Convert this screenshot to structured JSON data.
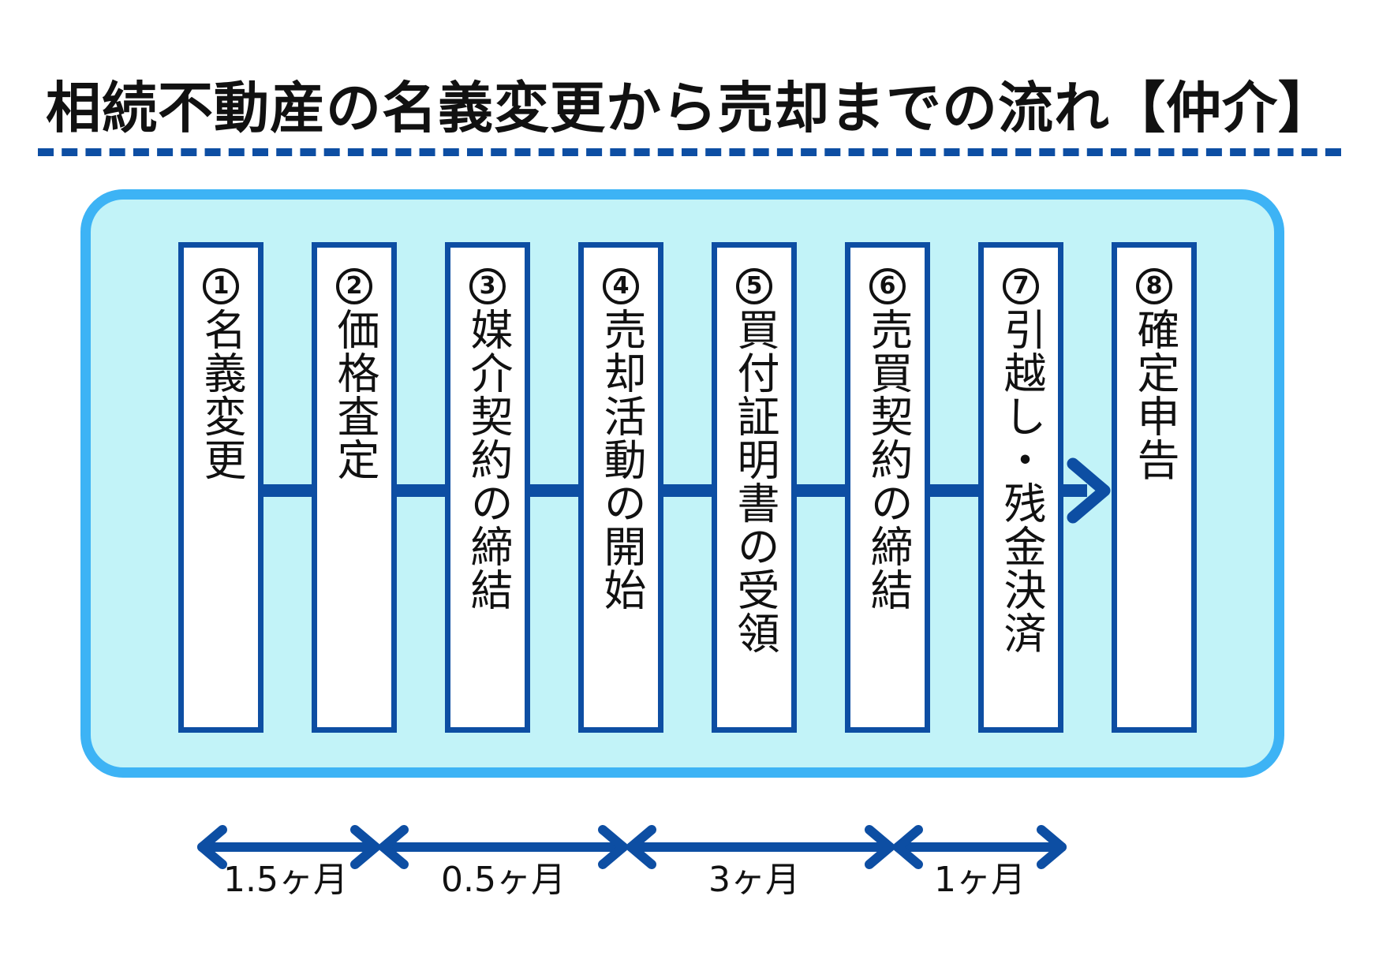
{
  "title": "相続不動産の名義変更から売却までの流れ【仲介】",
  "steps": [
    {
      "number": "1",
      "label": "名義変更"
    },
    {
      "number": "2",
      "label": "価格査定"
    },
    {
      "number": "3",
      "label": "媒介契約の締結"
    },
    {
      "number": "4",
      "label": "売却活動の開始"
    },
    {
      "number": "5",
      "label": "買付証明書の受領"
    },
    {
      "number": "6",
      "label": "売買契約の締結"
    },
    {
      "number": "7",
      "label": "引越し・残金決済"
    },
    {
      "number": "8",
      "label": "確定申告"
    }
  ],
  "durations": [
    {
      "label": "1.5ヶ月"
    },
    {
      "label": "0.5ヶ月"
    },
    {
      "label": "3ヶ月"
    },
    {
      "label": "1ヶ月"
    }
  ],
  "colors": {
    "dark_blue": "#0d4ea3",
    "panel_border": "#3db3f5",
    "panel_fill": "#c2f3f8",
    "box_fill": "#ffffff",
    "text": "#111111"
  }
}
